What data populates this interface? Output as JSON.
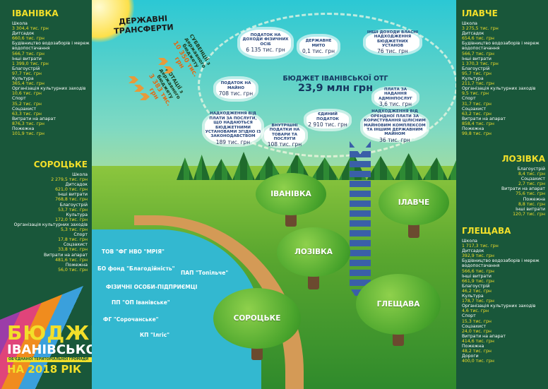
{
  "left_panel": {
    "ivanivka": {
      "title": "ІВАНІВКА",
      "rows": [
        [
          "Школа",
          "3 304,4 тис. грн"
        ],
        [
          "Дитсадок",
          "660,6 тис. грн"
        ],
        [
          "Будівництво водозаборів і мереж водопостачання",
          "566,7 тис. грн"
        ],
        [
          "Інші витрати",
          "1 399,0 тис. грн"
        ],
        [
          "Благоустрій",
          "97,7 тис. грн"
        ],
        [
          "Культура",
          "365,4 тис. грн"
        ],
        [
          "Організація культурних заходів",
          "10,6 тис. грн"
        ],
        [
          "Спорт",
          "35,2 тис. грн"
        ],
        [
          "Соцзахист",
          "63,3 тис. грн"
        ],
        [
          "Витрати на апарат",
          "876,3 тис. грн"
        ],
        [
          "Пожежна",
          "101,9 тис. грн"
        ]
      ]
    },
    "sorotske": {
      "title": "СОРОЦЬКЕ",
      "rows": [
        [
          "Школа",
          "2 279,5 тис. грн"
        ],
        [
          "Дитсадок",
          "621,0 тис. грн"
        ],
        [
          "Інші витрати",
          "768,8 тис. грн"
        ],
        [
          "Благоустрій",
          "53,7 тис. грн"
        ],
        [
          "Культура",
          "172,0 тис. грн"
        ],
        [
          "Організація культурних заходів",
          "5,3 тис. грн"
        ],
        [
          "Спорт",
          "17,8 тис. грн"
        ],
        [
          "Соцзахист",
          "33,8 тис. грн"
        ],
        [
          "Витрати на апарат",
          "481,6 тис. грн"
        ],
        [
          "Пожежна",
          "56,0 тис. грн"
        ]
      ]
    }
  },
  "right_panel": {
    "ilavche": {
      "title": "ІЛАВЧЕ",
      "rows": [
        [
          "Школа",
          "3 275,5 тис. грн"
        ],
        [
          "Дитсадок",
          "654,6 тис. грн"
        ],
        [
          "Будівництво водозаборів і мереж водопостачання",
          "566,7 тис. грн"
        ],
        [
          "Інші витрати",
          "1 370,3 тис. грн"
        ],
        [
          "Благоустрій",
          "95,7 тис. грн"
        ],
        [
          "Культура",
          "211,7 тис. грн"
        ],
        [
          "Організація культурних заходів",
          "9,5 тис. грн"
        ],
        [
          "Спорт",
          "31,7 тис. грн"
        ],
        [
          "Соцзахист",
          "63,2 тис. грн"
        ],
        [
          "Витрати на апарат",
          "858,4 тис. грн"
        ],
        [
          "Пожежна",
          "99,8 тис. грн"
        ]
      ]
    },
    "lozivka": {
      "title": "ЛОЗІВКА",
      "rows": [
        [
          "Благоустрій",
          "8,4 тис. грн"
        ],
        [
          "Соцзахист",
          "2,7 тис. грн"
        ],
        [
          "Витрати на апарат",
          "75,6 тис. грн"
        ],
        [
          "Пожежна",
          "8,8 тис. грн"
        ],
        [
          "Інші витрати",
          "120,7 тис. грн"
        ]
      ]
    },
    "hlishchava": {
      "title": "ГЛЕЩАВА",
      "rows": [
        [
          "Школа",
          "1 717,3 тис. грн"
        ],
        [
          "Дитсадок",
          "392,9 тис. грн"
        ],
        [
          "Будівництво водозаборів і мереж водопостачання",
          "566,6 тис. грн"
        ],
        [
          "Інші витрати",
          "661,9 тис. грн"
        ],
        [
          "Благоустрій",
          "46,2 тис. грн"
        ],
        [
          "Культура",
          "178,7 тис. грн"
        ],
        [
          "Організація культурних заходів",
          "4,6 тис. грн"
        ],
        [
          "Спорт",
          "15,3 тис. грн"
        ],
        [
          "Соцзахист",
          "24,0 тис. грн"
        ],
        [
          "Витрати на апарат",
          "414,6 тис. грн"
        ],
        [
          "Пожежна",
          "48,2 тис. грн"
        ],
        [
          "Дороги",
          "400,0 тис. грн"
        ]
      ]
    }
  },
  "transfers": {
    "title": "ДЕРЖАВНІ ТРАНСФЕРТИ",
    "subvention_label": "СУБВЕНЦІЇ з державного бюджету",
    "subvention_value": "10 350 тис. грн",
    "grant_label": "ДОТАЦІЇ з державного бюджету",
    "grant_value": "3 383 тис. грн"
  },
  "budget": {
    "title": "БЮДЖЕТ ІВАНІВСЬКОЇ ОТГ",
    "total": "23,9 млн грн"
  },
  "clouds": [
    {
      "label": "ПОДАТОК НА ДОХОДИ ФІЗИЧНИХ ОСІБ",
      "value": "6 135 тис. грн"
    },
    {
      "label": "ДЕРЖАВНЕ МИТО",
      "value": "0,1 тис. грн"
    },
    {
      "label": "ІНШІ ДОХОДИ ВЛАСНІ НАДХОДЖЕННЯ БЮДЖЕТНИХ УСТАНОВ",
      "value": "76 тис. грн"
    },
    {
      "label": "ПОДАТОК НА МАЙНО",
      "value": "708 тис. грн"
    },
    {
      "label": "ПЛАТА ЗА НАДАННЯ АДМІНПОСЛУГ",
      "value": "3,6 тис. грн"
    },
    {
      "label": "ЄДИНИЙ ПОДАТОК",
      "value": "2 910 тис. грн"
    },
    {
      "label": "НАДХОДЖЕННЯ ВІД ПЛАТИ ЗА ПОСЛУГИ, ЩО НАДАЮТЬСЯ БЮДЖЕТНИМИ УСТАНОВАМИ ЗГІДНО ІЗ ЗАКОНОДАВСТВОМ",
      "value": "189 тис. грн"
    },
    {
      "label": "ВНУТРІШНІ ПОДАТКИ НА ТОВАРИ ТА ПОСЛУГИ",
      "value": "108 тис. грн"
    },
    {
      "label": "НАДХОДЖЕННЯ ВІД ОРЕНДНОЇ ПЛАТИ ЗА КОРИСТУВАННЯ ЦІЛІСНИМ МАЙНОВИМ КОМПЛЕКСОМ ТА ІНШИМ ДЕРЖАВНИМ МАЙНОМ",
      "value": "36 тис. грн"
    }
  ],
  "villages": [
    "ІВАНІВКА",
    "ІЛАВЧЕ",
    "ЛОЗІВКА",
    "СОРОЦЬКЕ",
    "ГЛЕЩАВА"
  ],
  "entities": [
    "ТОВ \"ФГ НВО \"МРІЯ\"",
    "БО фонд \"Благодійність\"",
    "ПАП \"Топільче\"",
    "ФІЗИЧНІ ОСОБИ-ПІДПРИЄМЦІ",
    "ПП \"ОП Іванівське\"",
    "ФГ \"Сорочанське\"",
    "КП \"Ілгіс\""
  ],
  "logo": {
    "line1": "БЮДЖЕТ",
    "line2": "ІВАНІВСЬКОЇ",
    "line3": "ОБ'ЄДНАНОЇ ТЕРИТОРІАЛЬНОЇ ГРОМАДИ",
    "line4": "НА 2018 РІК"
  }
}
